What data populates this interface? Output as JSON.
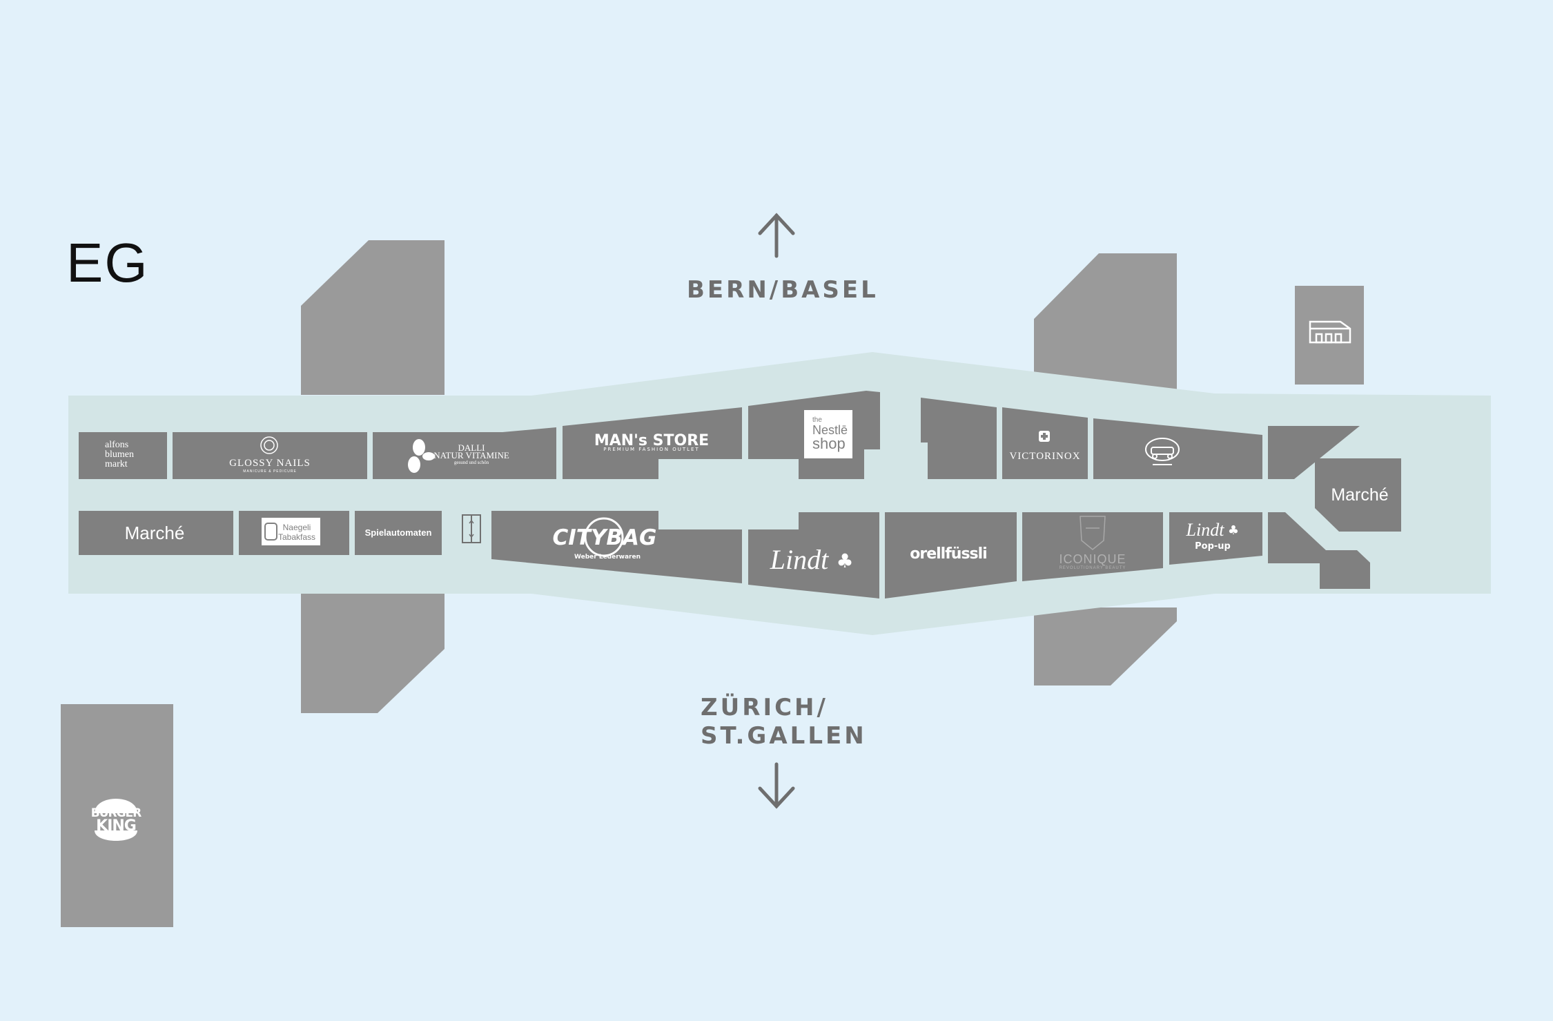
{
  "floor": "EG",
  "directions": {
    "north": "BERN/BASEL",
    "south_line1": "ZÜRICH/",
    "south_line2": "ST.GALLEN"
  },
  "colors": {
    "background": "#e2f1fa",
    "corridor": "#d3e5e6",
    "shop": "#808080",
    "building": "#9a9a9a",
    "text_dark": "#6e6e6e"
  },
  "shops": {
    "alfons_line1": "alfons",
    "alfons_line2": "blumen",
    "alfons_line3": "markt",
    "glossy": "GLOSSY NAILS",
    "glossy_sub": "MANICURE & PEDICURE",
    "dalli_line1": "DALLI",
    "dalli_line2": "NATUR VITAMINE",
    "dalli_line3": "gesund und schön",
    "mans": "MAN's STORE",
    "mans_sub": "PREMIUM FASHION OUTLET",
    "nestle_line1": "the",
    "nestle_line2": "Nestlē",
    "nestle_line3": "shop",
    "victorinox": "VICTORINOX",
    "marche_left": "Marché",
    "marche_right": "Marché",
    "naegeli_line1": "Naegeli",
    "naegeli_line2": "Tabakfass",
    "spielautomaten": "Spielautomaten",
    "citybag": "CITYBAG",
    "citybag_sub": "Weber Lederwaren",
    "lindt": "Lindt",
    "orellfussli": "orellfüssli",
    "iconique": "ICONIQUE",
    "iconique_sub": "REVOLUTIONARY BEAUTY",
    "lindt_popup": "Lindt",
    "popup": "Pop-up",
    "burger_line1": "BURGER",
    "burger_line2": "KING"
  },
  "icons": [
    "elevator-icon",
    "station-building-icon",
    "swiss-cross-icon",
    "burger-king-logo-icon",
    "arrow-up-icon",
    "arrow-down-icon",
    "classic-car-logo-icon",
    "glossy-flower-icon",
    "dalli-leaf-icon"
  ]
}
